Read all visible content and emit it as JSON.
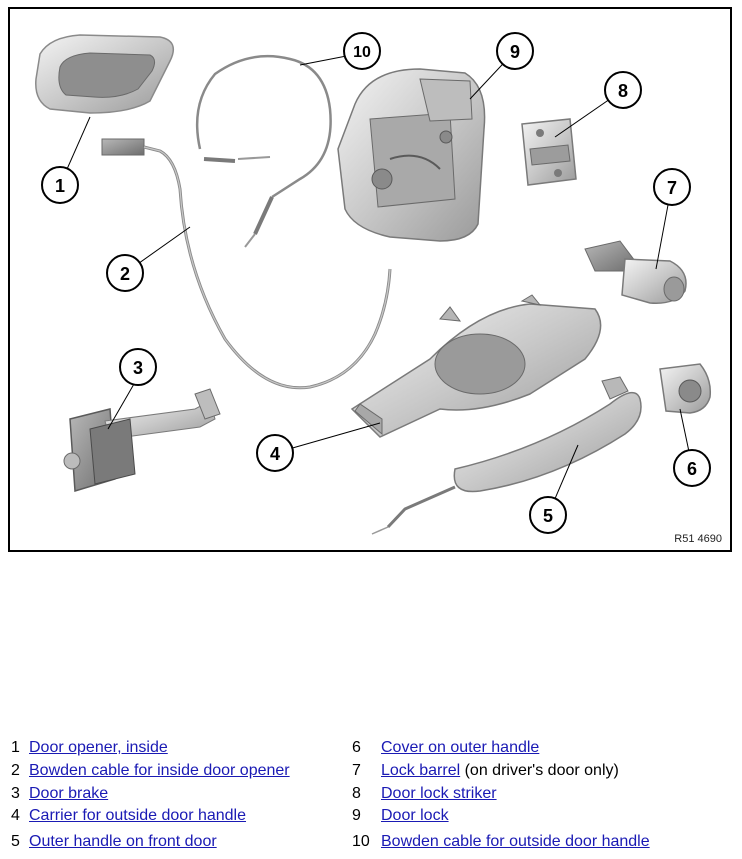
{
  "figure_code": "R51 4690",
  "callouts": [
    "1",
    "2",
    "3",
    "4",
    "5",
    "6",
    "7",
    "8",
    "9",
    "10"
  ],
  "legend": [
    {
      "num": "1",
      "link": "Door opener, inside",
      "note": ""
    },
    {
      "num": "2",
      "link": "Bowden cable for inside door opener",
      "note": ""
    },
    {
      "num": "3",
      "link": "Door brake",
      "note": ""
    },
    {
      "num": "4",
      "link": "Carrier for outside door handle",
      "note": ""
    },
    {
      "num": "5",
      "link": "Outer handle on front door",
      "note": ""
    },
    {
      "num": "6",
      "link": "Cover on outer handle",
      "note": ""
    },
    {
      "num": "7",
      "link": "Lock barrel",
      "note": " (on driver's door only)"
    },
    {
      "num": "8",
      "link": "Door lock striker",
      "note": ""
    },
    {
      "num": "9",
      "link": "Door lock",
      "note": ""
    },
    {
      "num": "10",
      "link": "Bowden cable for outside door handle",
      "note": ""
    }
  ],
  "colors": {
    "link": "#1a1ab4",
    "part_fill": "#d4d4d4",
    "part_stroke": "#7a7a7a"
  }
}
